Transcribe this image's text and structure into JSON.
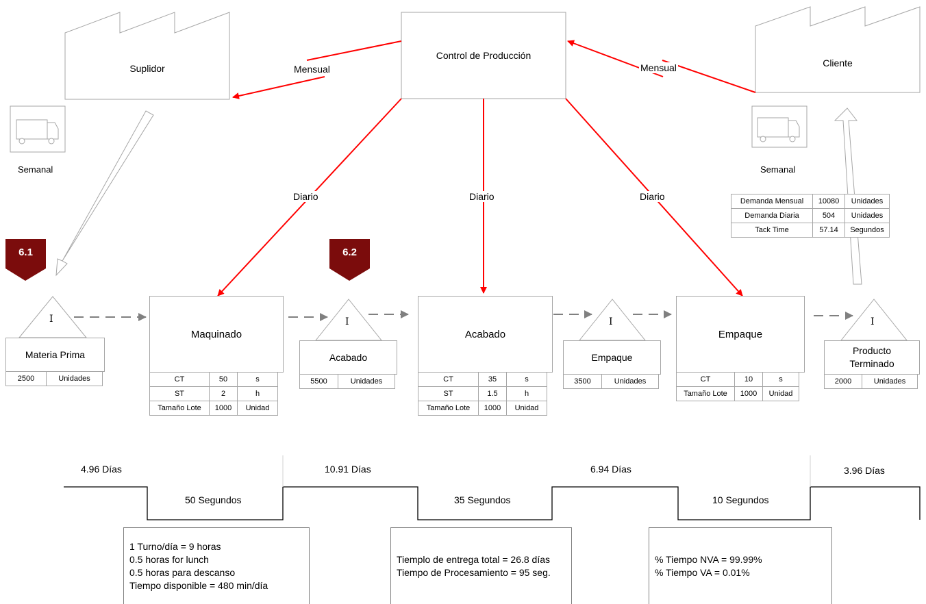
{
  "control": "Control de Producción",
  "supplier": "Suplidor",
  "customer": "Cliente",
  "freq": {
    "monthly_left": "Mensual",
    "monthly_right": "Mensual",
    "daily": "Diario"
  },
  "truck_left": "Semanal",
  "truck_right": "Semanal",
  "kaizen": [
    "6.1",
    "6.2"
  ],
  "inventory_symbol": "I",
  "demand": [
    [
      "Demanda Mensual",
      "10080",
      "Unidades"
    ],
    [
      "Demanda Diaria",
      "504",
      "Unidades"
    ],
    [
      "Tack Time",
      "57.14",
      "Segundos"
    ]
  ],
  "inventories": [
    {
      "name": "Materia Prima",
      "qty": "2500",
      "unit": "Unidades"
    },
    {
      "name": "Acabado",
      "qty": "5500",
      "unit": "Unidades"
    },
    {
      "name": "Empaque",
      "qty": "3500",
      "unit": "Unidades"
    },
    {
      "name": "Producto Terminado",
      "qty": "2000",
      "unit": "Unidades"
    }
  ],
  "processes": [
    {
      "name": "Maquinado",
      "rows": [
        [
          "CT",
          "50",
          "s"
        ],
        [
          "ST",
          "2",
          "h"
        ],
        [
          "Tamaño Lote",
          "1000",
          "Unidad"
        ]
      ]
    },
    {
      "name": "Acabado",
      "rows": [
        [
          "CT",
          "35",
          "s"
        ],
        [
          "ST",
          "1.5",
          "h"
        ],
        [
          "Tamaño Lote",
          "1000",
          "Unidad"
        ]
      ]
    },
    {
      "name": "Empaque",
      "rows": [
        [
          "CT",
          "10",
          "s"
        ],
        [
          "Tamaño Lote",
          "1000",
          "Unidad"
        ]
      ]
    }
  ],
  "timeline": {
    "days": [
      "4.96 Días",
      "10.91 Días",
      "6.94 Días",
      "3.96 Días"
    ],
    "seconds": [
      "50 Segundos",
      "35 Segundos",
      "10 Segundos"
    ]
  },
  "notes": {
    "left": [
      "1 Turno/día = 9 horas",
      "0.5 horas for lunch",
      "0.5 horas para descanso",
      "Tiempo disponible = 480 min/día"
    ],
    "middle": [
      "Tiemplo de entrega total = 26.8 días",
      "Tiempo de Procesamiento = 95 seg."
    ],
    "right": [
      "% Tiempo NVA = 99.99%",
      "% Tiempo VA = 0.01%"
    ]
  },
  "colors": {
    "info_arrow": "#ff0000",
    "kaizen": "#7b0c0c",
    "border": "#a6a6a6",
    "push_arrow": "#808080"
  }
}
